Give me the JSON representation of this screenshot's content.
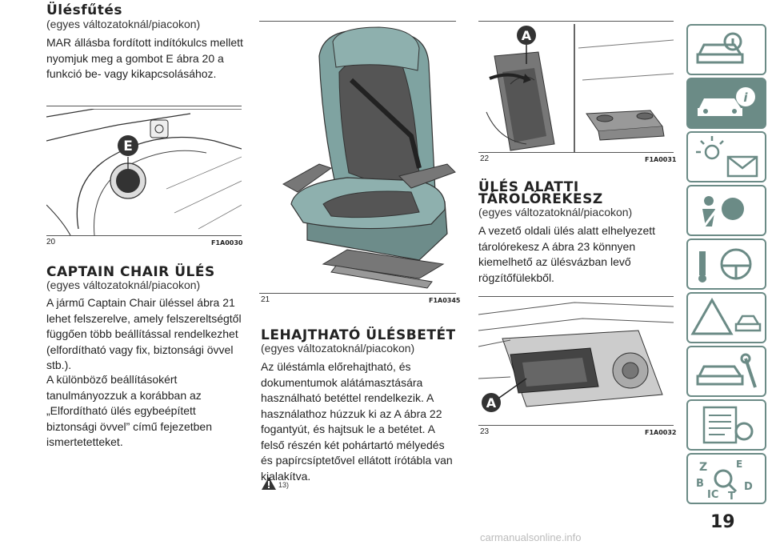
{
  "col1": {
    "heating_title": "Ülésfűtés",
    "heating_sub": "(egyes változatoknál/piacokon)",
    "heating_text": "MAR állásba fordított indítókulcs mellett nyomjuk meg a gombot E ábra 20 a funkció be- vagy kikapcsolásához.",
    "fig20_num": "20",
    "fig20_code": "F1A0030",
    "fig20_label": "E",
    "captain_title": "CAPTAIN CHAIR ÜLÉS",
    "captain_sub": "(egyes változatoknál/piacokon)",
    "captain_p1": "A jármű Captain Chair üléssel ábra 21 lehet felszerelve, amely felszereltségtől függően több beállítással rendelkezhet (elfordítható vagy fix, biztonsági övvel stb.).",
    "captain_p2": "A különböző beállításokért tanulmányozzuk a korábban az „Elfordítható ülés egybeépített biztonsági övvel” című fejezetben ismertetetteket."
  },
  "col2": {
    "fig21_num": "21",
    "fig21_code": "F1A0345",
    "folding_title": "LEHAJTHATÓ ÜLÉSBETÉT",
    "folding_sub": "(egyes változatoknál/piacokon)",
    "folding_text": "Az üléstámla előrehajtható, és dokumentumok alátámasztására használható betéttel rendelkezik. A használathoz húzzuk ki az A ábra 22 fogantyút, és hajtsuk le a betétet. A felső részén két pohártartó mélyedés és papírcsíptetővel ellátott írótábla van kialakítva.",
    "warning_ref": "13)"
  },
  "col3": {
    "fig22_num": "22",
    "fig22_code": "F1A0031",
    "fig22_label": "A",
    "storage_title_1": "ÜLÉS ALATTI",
    "storage_title_2": "TÁROLÓREKESZ",
    "storage_sub": "(egyes változatoknál/piacokon)",
    "storage_text": "A vezető oldali ülés alatt elhelyezett tárolórekesz A ábra 23 könnyen kiemelhető az ülésvázban levő rögzítőfülekből.",
    "fig23_num": "23",
    "fig23_code": "F1A0032",
    "fig23_label": "A"
  },
  "sidebar": {
    "tabs": [
      "car-info-icon",
      "car-dashboard-icon",
      "warning-lights-icon",
      "safety-airbag-icon",
      "steering-wheel-icon",
      "car-wrench-icon",
      "specifications-list-icon",
      "alphabetical-index-icon"
    ],
    "active_index": 1,
    "accent": "#6b8b86"
  },
  "page": {
    "number": "19",
    "watermark": "carmanualsonline.info"
  }
}
